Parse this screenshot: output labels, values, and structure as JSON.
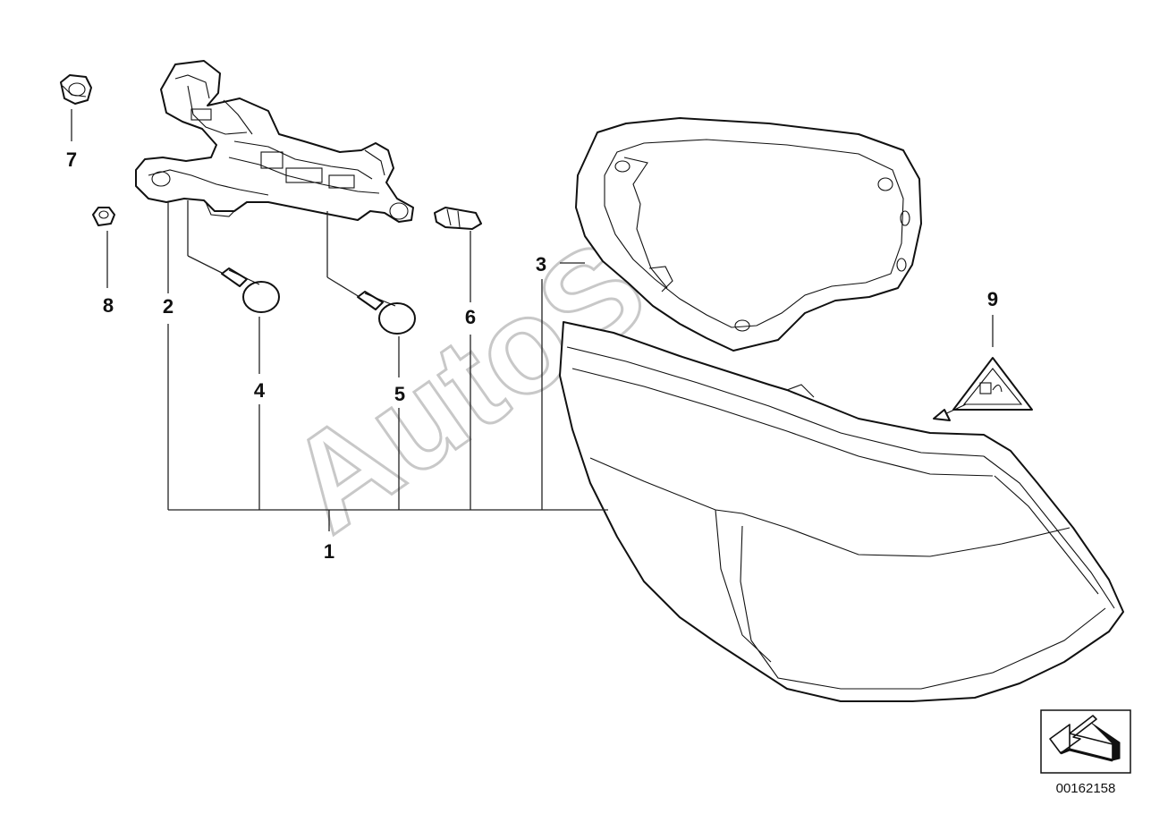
{
  "diagram": {
    "callouts": [
      {
        "id": "c1",
        "label": "1"
      },
      {
        "id": "c2",
        "label": "2"
      },
      {
        "id": "c3",
        "label": "3"
      },
      {
        "id": "c4",
        "label": "4"
      },
      {
        "id": "c5",
        "label": "5"
      },
      {
        "id": "c6",
        "label": "6"
      },
      {
        "id": "c7",
        "label": "7"
      },
      {
        "id": "c8",
        "label": "8"
      },
      {
        "id": "c9",
        "label": "9"
      }
    ],
    "watermark": "AutoSoft",
    "drawing_number": "00162158"
  }
}
